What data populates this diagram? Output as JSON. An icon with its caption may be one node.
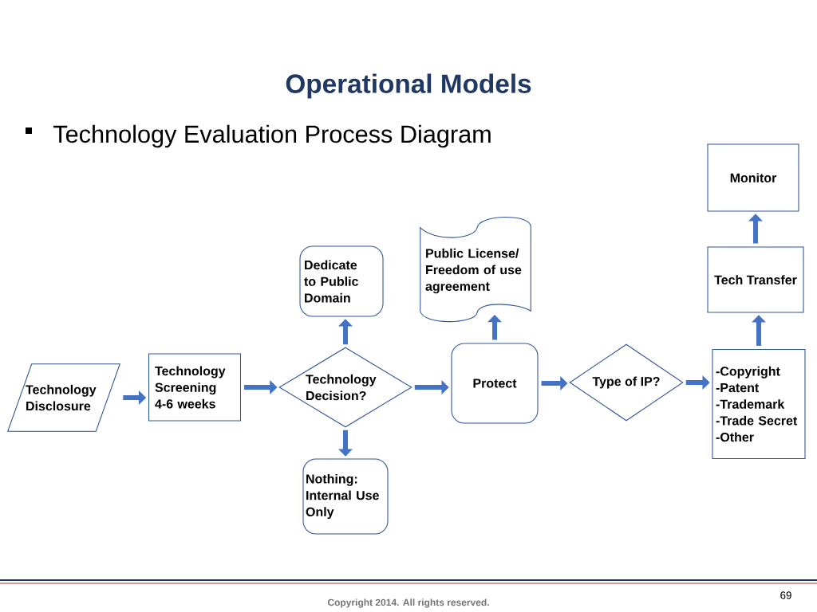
{
  "diagram": {
    "title": "Operational Models",
    "nodes": [
      {
        "text": [
          "Technology Disclosure"
        ]
      },
      {
        "text": [
          "Technology Screening 4-6 weeks"
        ]
      },
      {
        "text": [
          "Dedicate to Public Domain"
        ]
      },
      {
        "text": [
          "Technology Decision?"
        ]
      },
      {
        "text": [
          "Nothing: Internal Use Only"
        ]
      },
      {
        "text": [
          "Public License/ Freedom of use agreement"
        ]
      },
      {
        "text": [
          "Protect"
        ]
      },
      {
        "text": [
          "Type of IP?"
        ]
      },
      {
        "text": [
          "-Copyright",
          "-Patent",
          "-Trademark",
          "-Trade Secret",
          "-Other"
        ]
      },
      {
        "text": [
          "Tech Transfer"
        ]
      },
      {
        "text": [
          "Monitor"
        ]
      }
    ],
    "edges": [
      {
        "from": 0,
        "to": 1,
        "arrow": "to"
      },
      {
        "from": 1,
        "to": 3,
        "arrow": "to"
      },
      {
        "from": 3,
        "to": 2,
        "arrow": "to"
      },
      {
        "from": 3,
        "to": 4,
        "arrow": "to"
      },
      {
        "from": 3,
        "to": 6,
        "arrow": "to"
      },
      {
        "from": 6,
        "to": 5,
        "arrow": "to"
      },
      {
        "from": 6,
        "to": 7,
        "arrow": "to"
      },
      {
        "from": 7,
        "to": 8,
        "arrow": "to"
      },
      {
        "from": 8,
        "to": 9,
        "arrow": "to"
      },
      {
        "from": 9,
        "to": 10,
        "arrow": "to"
      }
    ],
    "labels": [
      "Technology Evaluation Process Diagram",
      "Copyright 2014.  All rights reserved.",
      "69"
    ]
  }
}
